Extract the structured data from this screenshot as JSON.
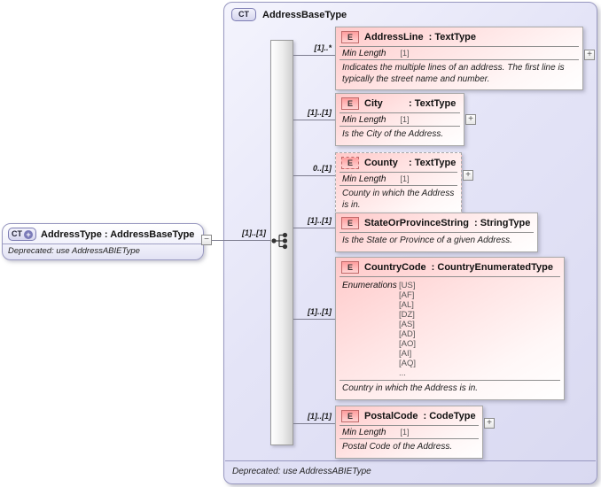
{
  "colors": {
    "container-border": "#9898c0",
    "badge-ct-border": "#7d7db3",
    "badge-e-border": "#c06a6a",
    "element-border": "#a8a8a8"
  },
  "container": {
    "badge": "CT",
    "title": "AddressBaseType",
    "note": "Deprecated: use AddressABIEType"
  },
  "root_box": {
    "badge": "CT",
    "plus_glyph": "+",
    "title": "AddressType : AddressBaseType",
    "note": "Deprecated: use AddressABIEType",
    "toggle": "−",
    "cardinality": "[1]..[1]"
  },
  "elements": [
    {
      "badge": "E",
      "name": "AddressLine",
      "type": ": TextType",
      "cardinality": "[1]..*",
      "facet_label": "Min Length",
      "facet_value": "[1]",
      "description": "Indicates the multiple lines of an address. The first line is typically the street name and number.",
      "expand": "+"
    },
    {
      "badge": "E",
      "name": "City",
      "type": ": TextType",
      "cardinality": "[1]..[1]",
      "facet_label": "Min Length",
      "facet_value": "[1]",
      "description": "Is the City of the Address.",
      "expand": "+"
    },
    {
      "badge": "E",
      "name": "County",
      "type": ": TextType",
      "cardinality": "0..[1]",
      "facet_label": "Min Length",
      "facet_value": "[1]",
      "description": "County in which the Address is in.",
      "expand": "+"
    },
    {
      "badge": "E",
      "name": "StateOrProvinceString",
      "type": ": StringType",
      "cardinality": "[1]..[1]",
      "description": "Is the State or Province of a given Address."
    },
    {
      "badge": "E",
      "name": "CountryCode",
      "type": ": CountryEnumeratedType",
      "cardinality": "[1]..[1]",
      "enum_label": "Enumerations",
      "enums": [
        "[US]",
        "[AF]",
        "[AL]",
        "[DZ]",
        "[AS]",
        "[AD]",
        "[AO]",
        "[AI]",
        "[AQ]",
        "..."
      ],
      "description": "Country in which the Address is in."
    },
    {
      "badge": "E",
      "name": "PostalCode",
      "type": ": CodeType",
      "cardinality": "[1]..[1]",
      "facet_label": "Min Length",
      "facet_value": "[1]",
      "description": "Postal Code of the Address.",
      "expand": "+"
    }
  ]
}
